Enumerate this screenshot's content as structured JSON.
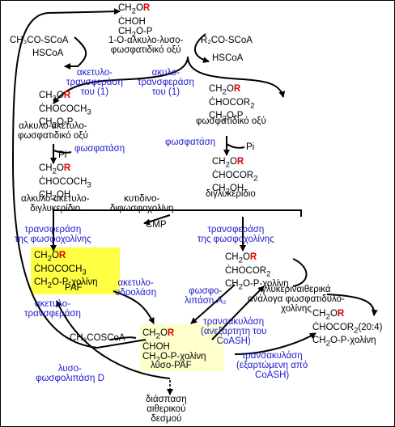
{
  "molecules": {
    "lyso_paf": {
      "l1a": "CH",
      "l1b": "2",
      "l1c": "O",
      "l1r": "R",
      "l2": "ĊHOH",
      "l3a": "CH",
      "l3b": "2",
      "l3c": "O-P"
    },
    "lyso_paf_label": "1-O-αλκυλο-λυσο-\nφωσφατιδικό οξύ",
    "acyl_pa": {
      "l1a": "CH",
      "l1b": "2",
      "l1c": "O",
      "l1r": "R",
      "l2a": "ĊHOCOR",
      "l2b": "2",
      "l3a": "CH",
      "l3b": "2",
      "l3c": "O-P"
    },
    "acyl_pa_label": "φωσφατιδικό οξύ",
    "acetyl_pa": {
      "l1a": "CH",
      "l1b": "2",
      "l1c": "O",
      "l1r": "R",
      "l2": "ĊHOCOCH",
      "l2b": "3",
      "l3a": "CH",
      "l3b": "2",
      "l3c": "O-P"
    },
    "acetyl_pa_label": "αλκυλο-ακετυλο-\nφωσφατιδικό οξύ",
    "acetyl_dg": {
      "l1a": "CH",
      "l1b": "2",
      "l1c": "O",
      "l1r": "R",
      "l2": "ĊHOCOCH",
      "l2b": "3",
      "l3a": "CH",
      "l3b": "2",
      "l3c": "OH"
    },
    "acetyl_dg_label": "αλκυλο-ακετυλο-\nδιγλυκερίδιο",
    "acyl_dg": {
      "l1a": "CH",
      "l1b": "2",
      "l1c": "O",
      "l1r": "R",
      "l2a": "ĊHOCOR",
      "l2b": "2",
      "l3a": "CH",
      "l3b": "2",
      "l3c": "OH"
    },
    "acyl_dg_label": "διγλυκερίδιο",
    "paf": {
      "l1a": "CH",
      "l1b": "2",
      "l1c": "O",
      "l1r": "R",
      "l2": "ĊHOCOCH",
      "l2b": "3",
      "l3a": "CH",
      "l3b": "2",
      "l3c": "O-P-χολίνη"
    },
    "paf_label": "PAF",
    "acyl_pc": {
      "l1a": "CH",
      "l1b": "2",
      "l1c": "O",
      "l1r": "R",
      "l2a": "ĊHOCOR",
      "l2b": "2",
      "l3a": "CH",
      "l3b": "2",
      "l3c": "O-P-χολίνη"
    },
    "acyl_pc_label": "γλυκεριναιθερικά\nανάλογα φωσφατιδυλο-\nχολίνης",
    "aa_pc": {
      "l1a": "CH",
      "l1b": "2",
      "l1c": "O",
      "l1r": "R",
      "l2a": "ĊHOCOR",
      "l2b": "2",
      "l2c": "(20:4)",
      "l3a": "CH",
      "l3b": "2",
      "l3c": "O-P-χολίνη"
    },
    "lyso_pc": {
      "l1a": "CH",
      "l1b": "2",
      "l1c": "O",
      "l1r": "R",
      "l2": "ĊHOH",
      "l3a": "CH",
      "l3b": "2",
      "l3c": "O-P-χολίνη"
    },
    "lyso_pc_label": "λυσο-PAF"
  },
  "reagents": {
    "acetyl_coa": "CH₃CO-SCoA",
    "hscoa_left": "HSCoA",
    "acyl_coa": "R₂CO-SCoA",
    "hscoa_right": "HSCoA",
    "pi_left": "Pi",
    "pi_right": "Pi",
    "cdp_choline": "κυτιδινο-\nδιφωσφοχολίνη",
    "cmp": "CMP",
    "acetyl_coa_bottom": "CH₃COSCoA",
    "degradation": "διάσπαση\nαιθερικού\nδεσμού"
  },
  "enzymes": {
    "acetyltransferase1": "ακετυλο-\nτρανσφεράση\nτου (1)",
    "acyltransferase1": "ακυλο-\nτρανσφεράση\nτου (1)",
    "phosphatase_left": "φωσφατάση",
    "phosphatase_right": "φωσφατάση",
    "choline_pt_left": "τρανσφεράση\nτης φωσφοχολίνης",
    "choline_pt_right": "τρανσφεράση\nτης φωσφοχολίνης",
    "acetylhydrolase": "ακετυλο-\nυδρολάση",
    "pla2": "φωσφο-\nλιπάση A₂",
    "acetyltransferase": "ακετυλο-\nτρανσφεράση",
    "transacylase_indep": "τρανσακυλάση\n(ανεξάρτητη του\nCoASH)",
    "transacylase_dep": "τρανσακυλάση\n(εξαρτώμενη από\nCoASH)",
    "lyso_pld": "λυσο-\nφωσφολιπάση D"
  },
  "colors": {
    "enzyme": "#1a1acc",
    "r_group": "#e00000",
    "highlight": "#ffff44",
    "highlight_soft": "#ffffcc"
  }
}
